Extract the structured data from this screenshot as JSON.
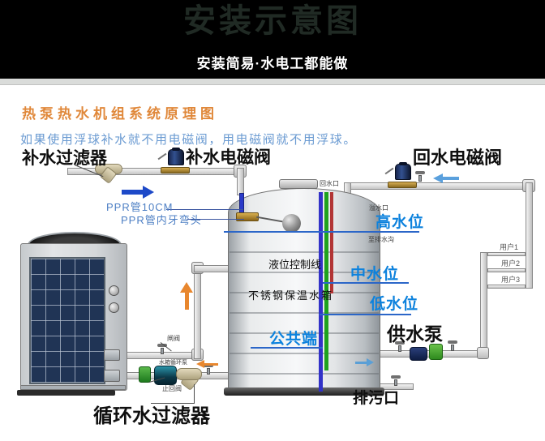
{
  "header": {
    "title": "安装示意图",
    "subtitle": "安装简易·水电工都能做"
  },
  "intro": {
    "title": "热泵热水机组系统原理图",
    "note": "如果使用浮球补水就不用电磁阀，用电磁阀就不用浮球。"
  },
  "labels": {
    "makeup_filter": "补水过滤器",
    "makeup_solenoid": "补水电磁阀",
    "return_solenoid": "回水电磁阀",
    "ppr_pipe": "PPR管10CM",
    "ppr_elbow": "PPR管内牙弯头",
    "high_level": "高水位",
    "level_control_line": "液位控制线",
    "mid_level": "中水位",
    "tank_name": "不锈钢保温水箱",
    "low_level": "低水位",
    "common_terminal": "公共端",
    "supply_pump": "供水泵",
    "circulating_filter": "循环水过滤器",
    "drain_outlet": "排污口",
    "return_port": "回水口",
    "overflow_port": "溢水口",
    "to_drain_ditch": "至排水沟",
    "gate_valve": "闸阀",
    "tank_circ_pump": "水箱循环泵",
    "check_valve": "止回阀"
  },
  "users": [
    "用户1",
    "用户2",
    "用户3"
  ],
  "colors": {
    "header_bg": "#000000",
    "header_title": "#202a24",
    "header_subtitle": "#ffffff",
    "section_title_orange": "#e0883a",
    "note_blue": "#6b9bd2",
    "level_label_blue": "#0d82dd",
    "ppr_label_blue": "#4d7fc4",
    "wire_blue": "#3232c8",
    "wire_green": "#1ea21e",
    "wire_red": "#b23535",
    "arrow_blue": "#1d49c8",
    "arrow_orange": "#e8872e"
  }
}
